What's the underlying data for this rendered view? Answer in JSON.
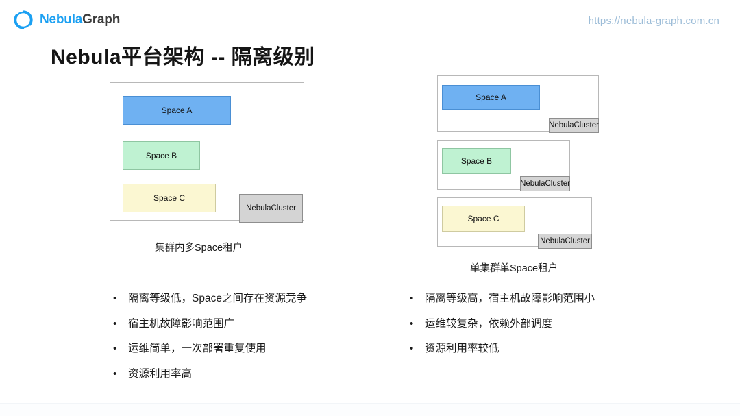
{
  "header": {
    "logo_nebula": "Nebula",
    "logo_graph": "Graph",
    "logo_icon": "nebula-ring-n-icon",
    "url": "https://nebula-graph.com.cn",
    "url_color": "#9dbdd8"
  },
  "title": "Nebula平台架构 -- 隔离级别",
  "left_diagram": {
    "caption": "集群内多Space租户",
    "cluster_tag": "NebulaCluster",
    "spaces": [
      {
        "label": "Space A",
        "color": "#6fb1f2"
      },
      {
        "label": "Space B",
        "color": "#bff2d2"
      },
      {
        "label": "Space C",
        "color": "#fbf7d2"
      }
    ]
  },
  "right_diagram": {
    "caption": "单集群单Space租户",
    "panels": [
      {
        "space": "Space A",
        "color": "#6fb1f2",
        "cluster_tag": "NebulaCluster"
      },
      {
        "space": "Space B",
        "color": "#bff2d2",
        "cluster_tag": "NebulaCluster"
      },
      {
        "space": "Space C",
        "color": "#fbf7d2",
        "cluster_tag": "NebulaCluster"
      }
    ]
  },
  "left_bullets": {
    "marker": "•",
    "items": [
      "隔离等级低，Space之间存在资源竞争",
      "宿主机故障影响范围广",
      "运维简单，一次部署重复使用",
      "资源利用率高"
    ]
  },
  "right_bullets": {
    "marker": "•",
    "items": [
      "隔离等级高，宿主机故障影响范围小",
      "运维较复杂，依赖外部调度",
      "资源利用率较低"
    ]
  }
}
